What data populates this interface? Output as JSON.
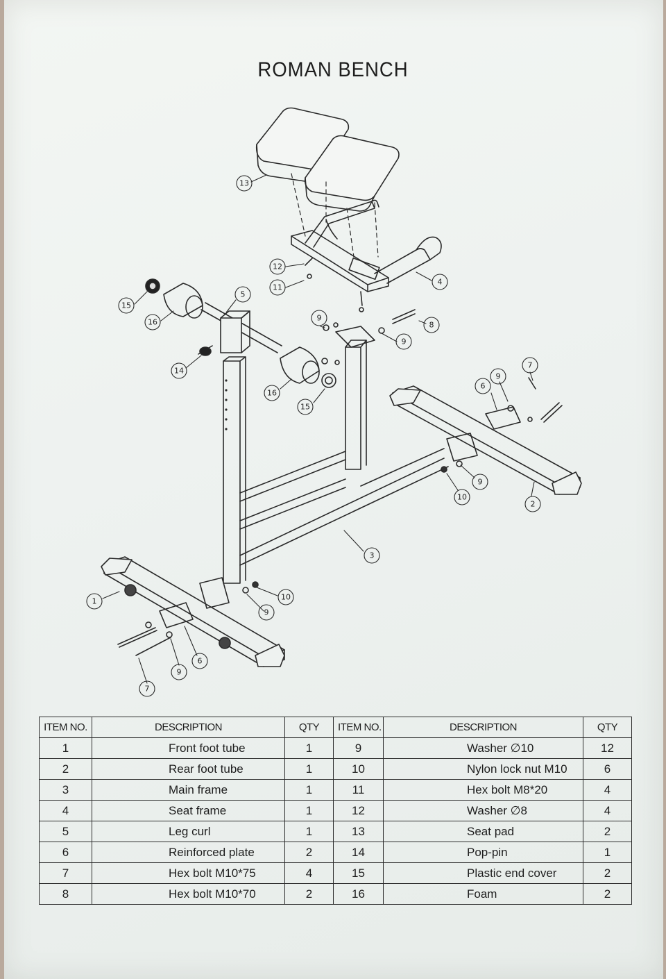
{
  "title": "ROMAN BENCH",
  "callouts": [
    {
      "id": "c13",
      "label": "13"
    },
    {
      "id": "c12",
      "label": "12"
    },
    {
      "id": "c11",
      "label": "11"
    },
    {
      "id": "c4",
      "label": "4"
    },
    {
      "id": "c15a",
      "label": "15"
    },
    {
      "id": "c16a",
      "label": "16"
    },
    {
      "id": "c5",
      "label": "5"
    },
    {
      "id": "c9a",
      "label": "9"
    },
    {
      "id": "c8",
      "label": "8"
    },
    {
      "id": "c9b",
      "label": "9"
    },
    {
      "id": "c14",
      "label": "14"
    },
    {
      "id": "c16b",
      "label": "16"
    },
    {
      "id": "c15b",
      "label": "15"
    },
    {
      "id": "c6a",
      "label": "6"
    },
    {
      "id": "c9c",
      "label": "9"
    },
    {
      "id": "c7a",
      "label": "7"
    },
    {
      "id": "c9d",
      "label": "9"
    },
    {
      "id": "c10a",
      "label": "10"
    },
    {
      "id": "c2",
      "label": "2"
    },
    {
      "id": "c3",
      "label": "3"
    },
    {
      "id": "c1",
      "label": "1"
    },
    {
      "id": "c10b",
      "label": "10"
    },
    {
      "id": "c9e",
      "label": "9"
    },
    {
      "id": "c6b",
      "label": "6"
    },
    {
      "id": "c9f",
      "label": "9"
    },
    {
      "id": "c7b",
      "label": "7"
    }
  ],
  "table": {
    "headers": [
      "ITEM NO.",
      "DESCRIPTION",
      "QTY",
      "ITEM NO.",
      "DESCRIPTION",
      "QTY"
    ],
    "rows": [
      [
        "1",
        "Front foot tube",
        "1",
        "9",
        "Washer ∅10",
        "12"
      ],
      [
        "2",
        "Rear foot tube",
        "1",
        "10",
        "Nylon lock nut M10",
        "6"
      ],
      [
        "3",
        "Main frame",
        "1",
        "11",
        "Hex bolt M8*20",
        "4"
      ],
      [
        "4",
        "Seat frame",
        "1",
        "12",
        "Washer ∅8",
        "4"
      ],
      [
        "5",
        "Leg curl",
        "1",
        "13",
        "Seat pad",
        "2"
      ],
      [
        "6",
        "Reinforced plate",
        "2",
        "14",
        "Pop-pin",
        "1"
      ],
      [
        "7",
        "Hex bolt M10*75",
        "4",
        "15",
        "Plastic end cover",
        "2"
      ],
      [
        "8",
        "Hex bolt M10*70",
        "2",
        "16",
        "Foam",
        "2"
      ]
    ]
  }
}
